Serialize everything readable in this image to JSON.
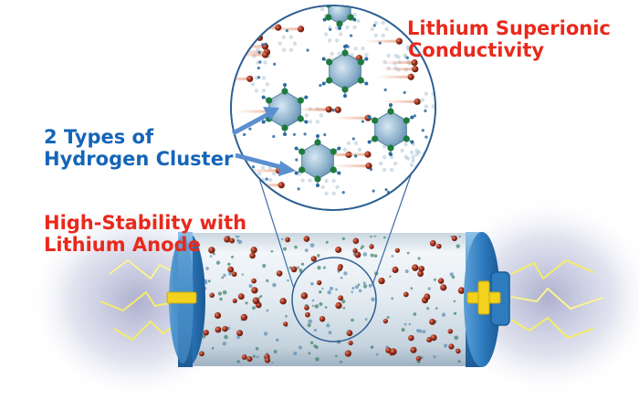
{
  "labels": {
    "superionic": [
      "Lithium Superionic",
      "Conductivity"
    ],
    "clusters": [
      "2 Types of",
      "Hydrogen Cluster"
    ],
    "stability": [
      "High-Stability with",
      "Lithium Anode"
    ]
  },
  "terminals": {
    "negative": "−",
    "positive": "+"
  },
  "colors": {
    "label_red": "#e8291c",
    "label_blue": "#1565b8",
    "battery_blue": "#2e7bbf",
    "terminal_yellow": "#f2d21c",
    "lithium_ion": "#a0301c",
    "cluster_fill": "#7fa8c6",
    "cluster_node": "#1f7a3e",
    "arrow_blue": "#5b8fd0"
  },
  "icons": [
    "lightning-icon",
    "negative-terminal-icon",
    "positive-terminal-icon"
  ]
}
